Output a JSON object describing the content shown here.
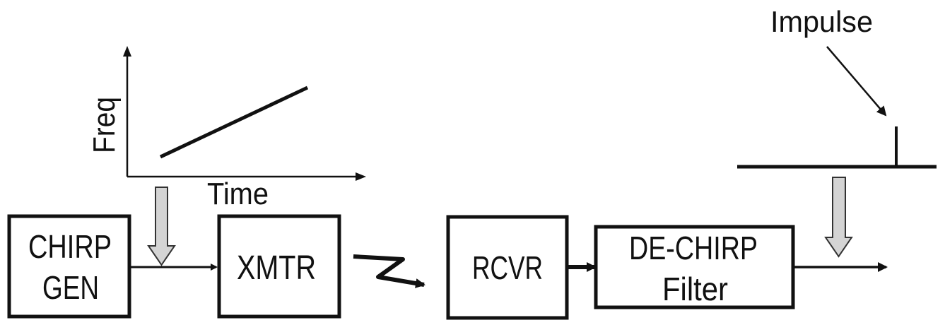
{
  "graph": {
    "y_label": "Freq",
    "x_label": "Time"
  },
  "blocks": {
    "chirp_gen": {
      "line1": "CHIRP",
      "line2": "GEN"
    },
    "xmtr": {
      "label": "XMTR"
    },
    "rcvr": {
      "label": "RCVR"
    },
    "dechirp": {
      "line1": "DE-CHIRP",
      "line2": "Filter"
    }
  },
  "impulse": {
    "label": "Impulse"
  },
  "colors": {
    "stroke": "#111111",
    "gray_arrow": "#d4d4d4"
  }
}
